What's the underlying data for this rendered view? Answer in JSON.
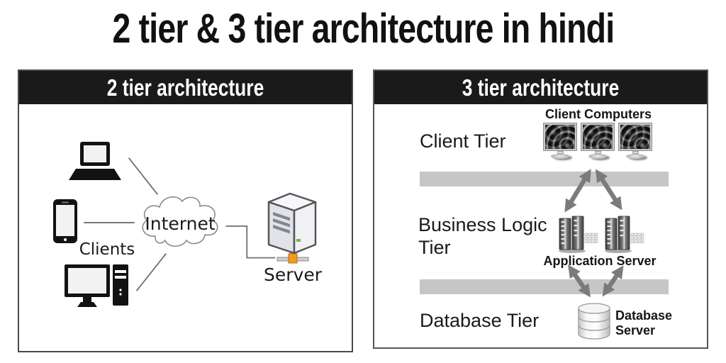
{
  "title": "2 tier & 3 tier architecture in hindi",
  "panels": {
    "two_tier": {
      "header": "2 tier architecture",
      "clients_label": "Clients",
      "internet_label": "Internet",
      "server_label": "Server"
    },
    "three_tier": {
      "header": "3 tier architecture",
      "client_tier_label": "Client Tier",
      "client_computers_label": "Client Computers",
      "business_tier_label": "Business Logic Tier",
      "app_server_label": "Application Server",
      "database_tier_label": "Database Tier",
      "database_server_label": "Database Server"
    }
  },
  "colors": {
    "header_bg": "#1a1a1a",
    "header_text": "#ffffff",
    "title_text": "#111111",
    "panel_border": "#4a4a4a",
    "tier_bar": "#c6c6c6",
    "arrow": "#7b7b7b",
    "line": "#6e6e6e",
    "label_text": "#1a1a1a",
    "connector_orange": "#f2991f"
  }
}
